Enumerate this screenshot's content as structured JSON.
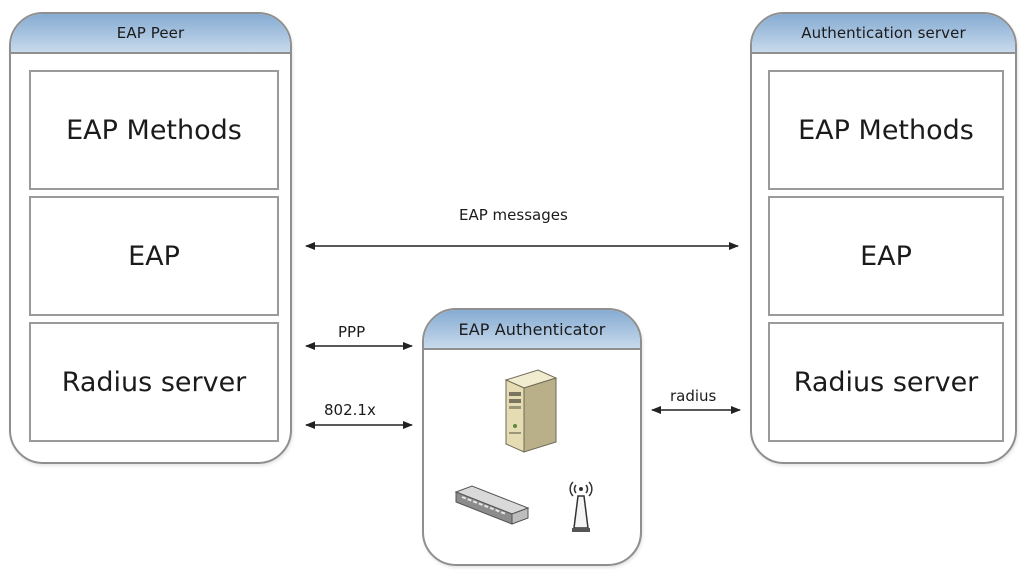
{
  "peer": {
    "title": "EAP Peer",
    "layers": [
      "EAP Methods",
      "EAP",
      "Radius server"
    ]
  },
  "server": {
    "title": "Authentication server",
    "layers": [
      "EAP Methods",
      "EAP",
      "Radius server"
    ]
  },
  "authenticator": {
    "title": "EAP Authenticator",
    "devices": [
      "server-tower-icon",
      "network-switch-icon",
      "wireless-access-point-icon"
    ]
  },
  "links": {
    "eap_messages": "EAP messages",
    "ppp": "PPP",
    "dot1x": "802.1x",
    "radius": "radius"
  },
  "colors": {
    "header_blue": "#a9c4e0",
    "border_gray": "#8f8f8f",
    "arrow": "#222222"
  }
}
